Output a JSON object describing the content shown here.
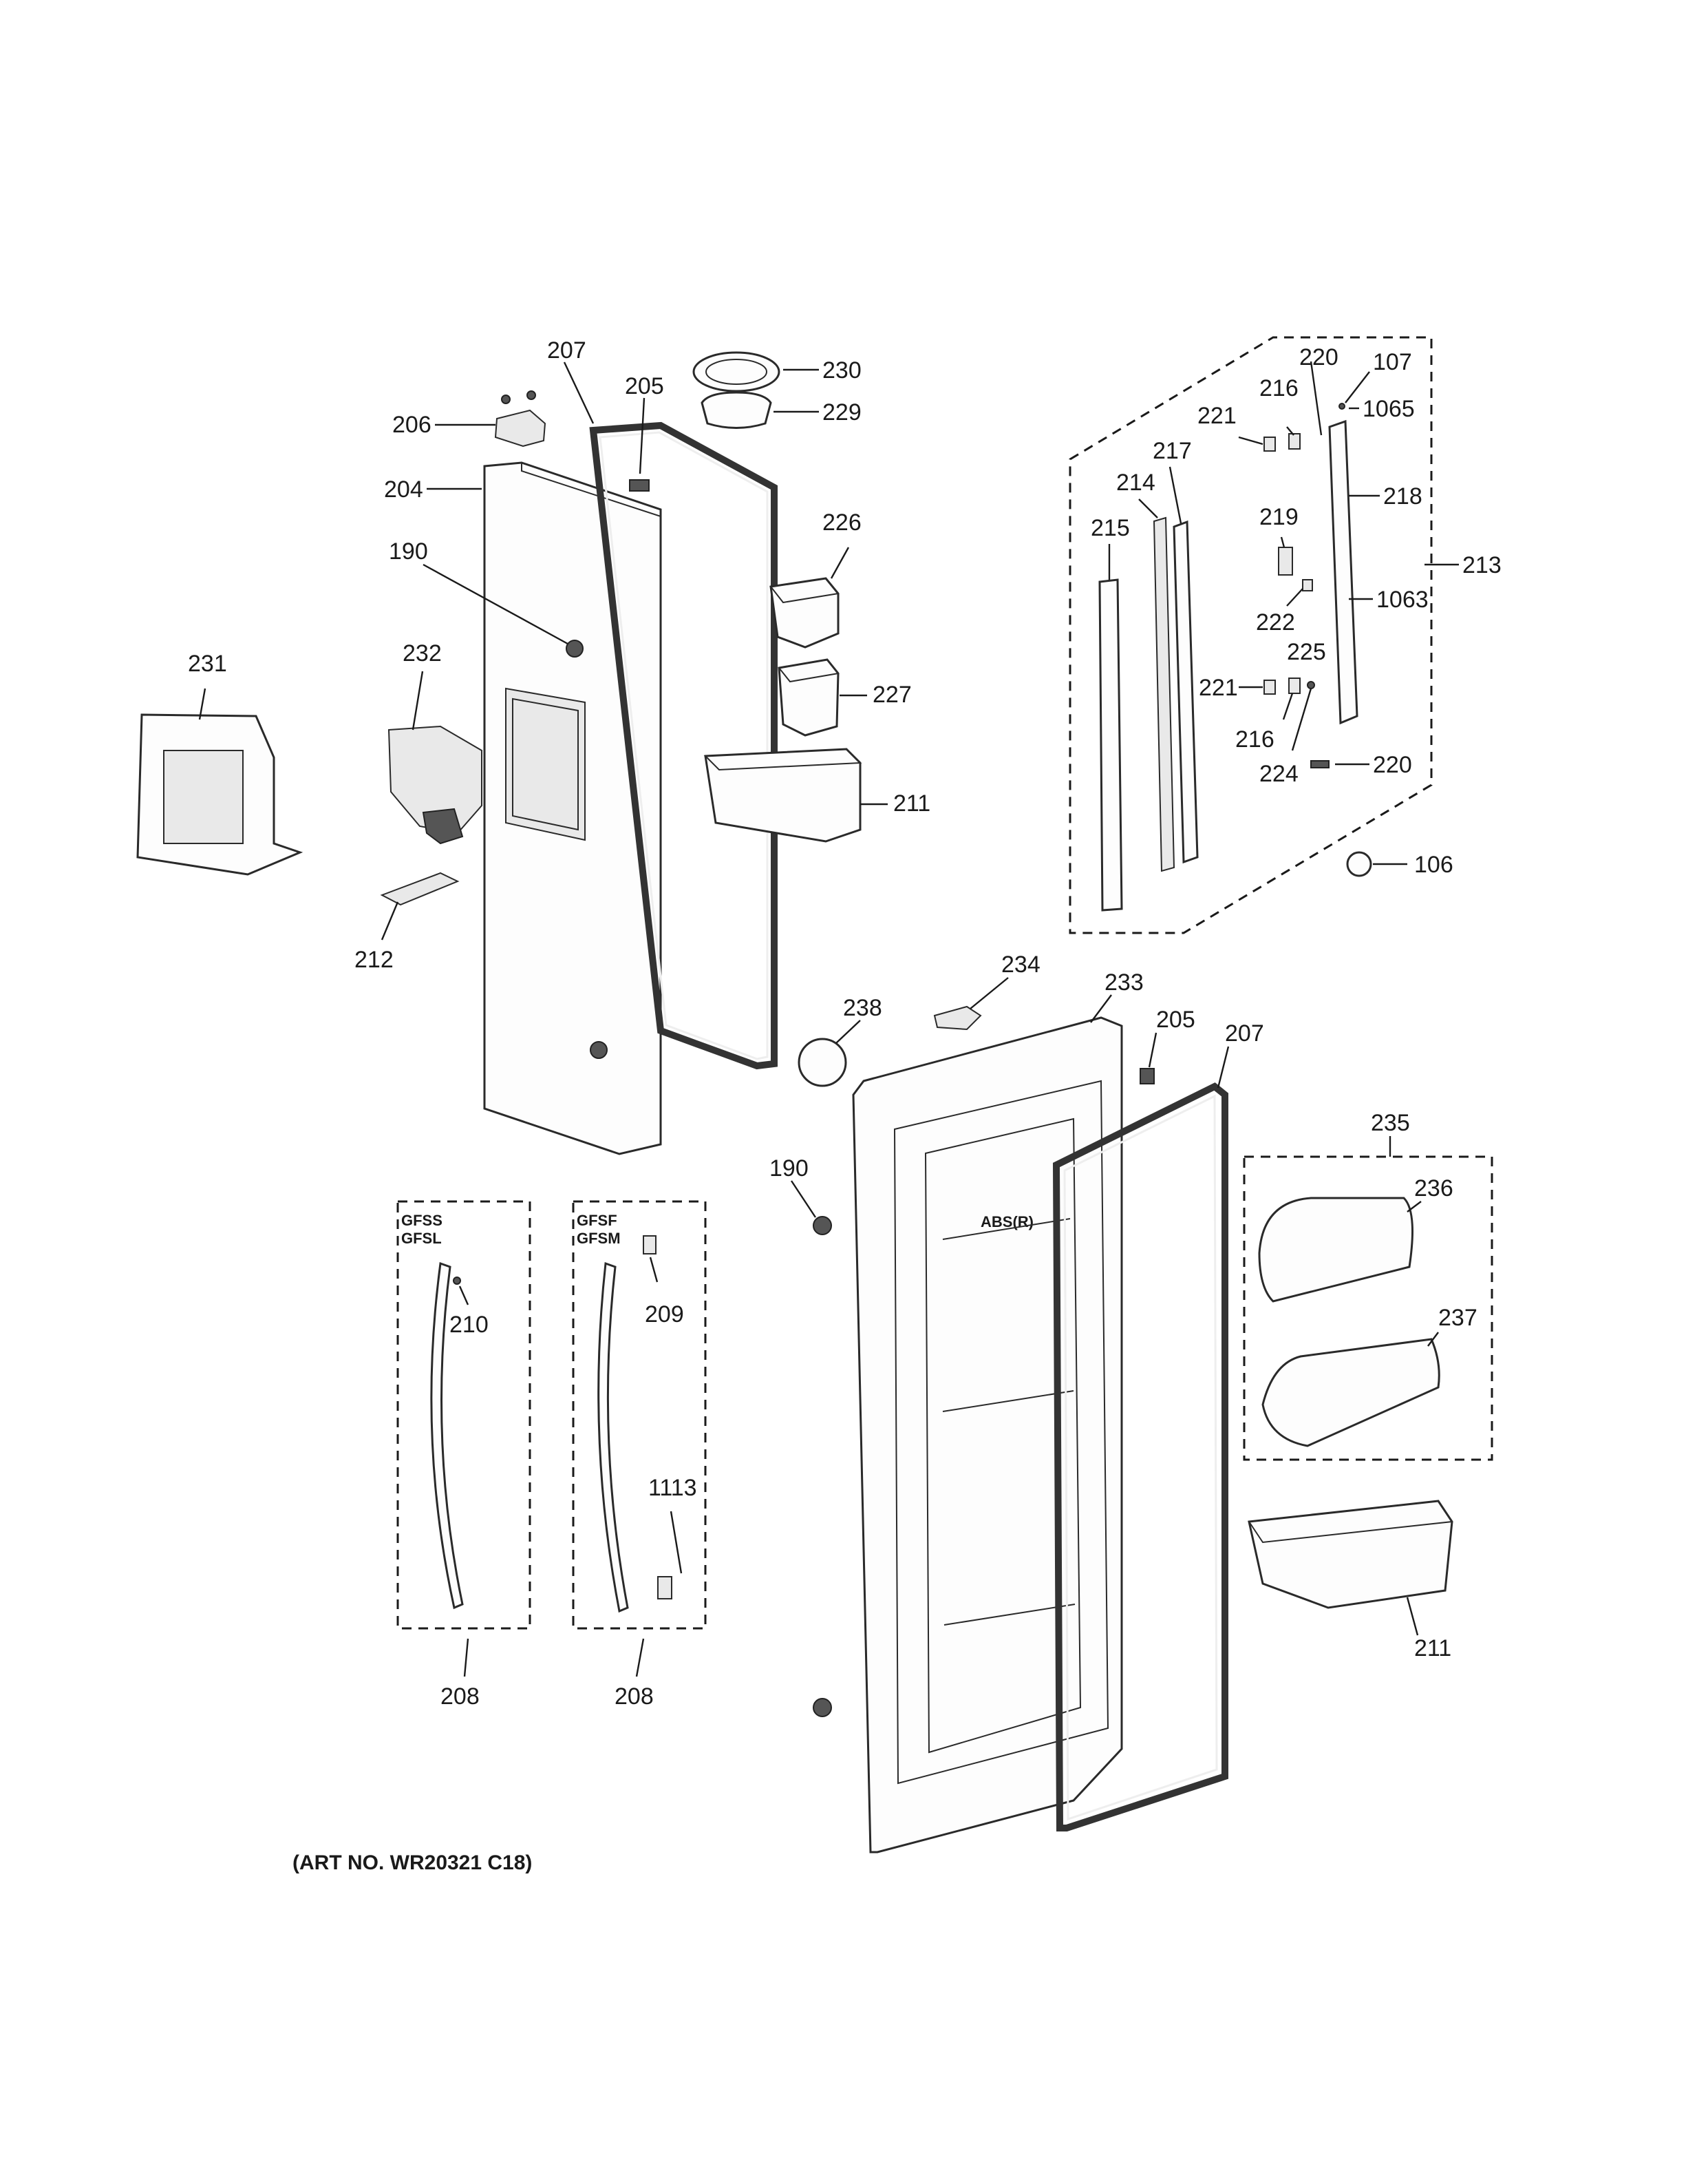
{
  "art_number": "(ART NO. WR20321 C18)",
  "labels": {
    "p106": "106",
    "p107": "107",
    "p190a": "190",
    "p190b": "190",
    "p204": "204",
    "p205a": "205",
    "p205b": "205",
    "p206": "206",
    "p207a": "207",
    "p207b": "207",
    "p208a": "208",
    "p208b": "208",
    "p209": "209",
    "p210": "210",
    "p211a": "211",
    "p211b": "211",
    "p212": "212",
    "p213": "213",
    "p214": "214",
    "p215": "215",
    "p216a": "216",
    "p216b": "216",
    "p217": "217",
    "p218": "218",
    "p219": "219",
    "p220a": "220",
    "p220b": "220",
    "p221a": "221",
    "p221b": "221",
    "p222": "222",
    "p224": "224",
    "p225": "225",
    "p226": "226",
    "p227": "227",
    "p229": "229",
    "p230": "230",
    "p231": "231",
    "p232": "232",
    "p233": "233",
    "p234": "234",
    "p235": "235",
    "p236": "236",
    "p237": "237",
    "p238": "238",
    "p1063": "1063",
    "p1065": "1065",
    "p1113": "1113"
  },
  "model_groups": {
    "handle_left": [
      "GFSS",
      "GFSL"
    ],
    "handle_right": [
      "GFSF",
      "GFSM"
    ]
  },
  "door_marking": "ABS(R)"
}
